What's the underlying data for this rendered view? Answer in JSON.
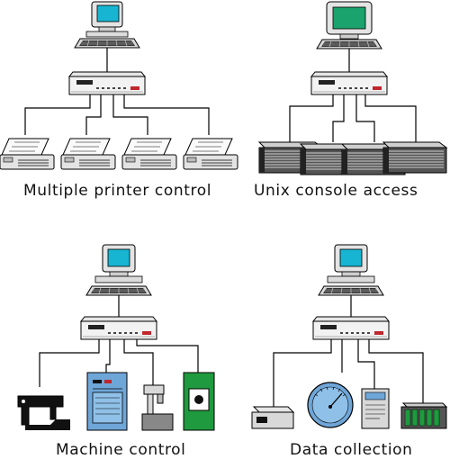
{
  "panels": [
    {
      "caption": "Multiple printer control",
      "devices": [
        "printer",
        "printer",
        "printer",
        "printer"
      ]
    },
    {
      "caption": "Unix console access",
      "devices": [
        "server",
        "server",
        "server",
        "server"
      ]
    },
    {
      "caption": "Machine control",
      "devices": [
        "sewing-machine",
        "control-cabinet",
        "drill-press",
        "controller-panel"
      ]
    },
    {
      "caption": "Data collection",
      "devices": [
        "meter-box",
        "gauge-dial",
        "document-reader",
        "circuit-board"
      ]
    }
  ],
  "colors": {
    "monitor_screen_mono": "#17b5d2",
    "monitor_screen_color": "#1aa36c",
    "device_blue": "#6fa6d8",
    "device_green": "#1f9a3e",
    "line": "#000000"
  }
}
